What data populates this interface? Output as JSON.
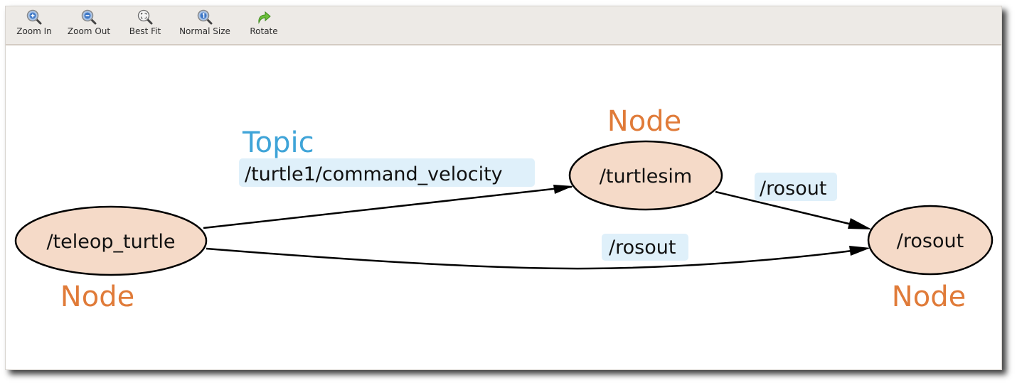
{
  "toolbar": {
    "buttons": [
      {
        "id": "zoom-in",
        "label": "Zoom In",
        "icon": "zoom-in-icon"
      },
      {
        "id": "zoom-out",
        "label": "Zoom Out",
        "icon": "zoom-out-icon"
      },
      {
        "id": "best-fit",
        "label": "Best Fit",
        "icon": "best-fit-icon"
      },
      {
        "id": "normal-size",
        "label": "Normal Size",
        "icon": "normal-size-icon"
      },
      {
        "id": "rotate",
        "label": "Rotate",
        "icon": "rotate-icon"
      }
    ]
  },
  "graph": {
    "nodes": [
      {
        "id": "teleop",
        "label": "/teleop_turtle",
        "annotation": "Node"
      },
      {
        "id": "turtlesim",
        "label": "/turtlesim",
        "annotation": "Node"
      },
      {
        "id": "rosout",
        "label": "/rosout",
        "annotation": "Node"
      }
    ],
    "edges": [
      {
        "from": "/teleop_turtle",
        "to": "/turtlesim",
        "label": "/turtle1/command_velocity",
        "annotation": "Topic"
      },
      {
        "from": "/turtlesim",
        "to": "/rosout",
        "label": "/rosout"
      },
      {
        "from": "/teleop_turtle",
        "to": "/rosout",
        "label": "/rosout"
      }
    ]
  },
  "colors": {
    "node_fill": "#f5dac8",
    "node_annotation": "#e07b39",
    "topic_annotation": "#3fa4d8",
    "edge_label_bg": "#dff0fa",
    "toolbar_bg": "#edeae6"
  }
}
